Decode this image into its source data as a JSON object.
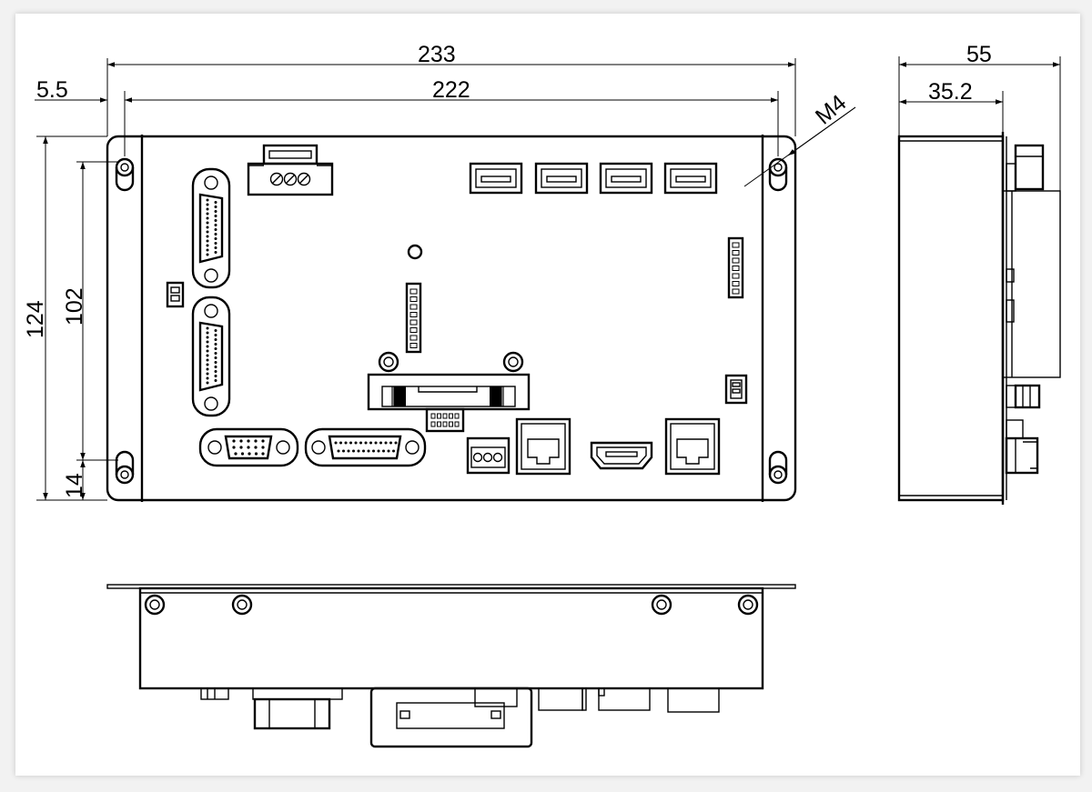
{
  "dimensions": {
    "overall_width": "233",
    "hole_spacing_width": "222",
    "edge_offset": "5.5",
    "overall_height": "124",
    "hole_spacing_height": "102",
    "bottom_offset": "14",
    "hole_thread": "M4",
    "side_depth": "55",
    "side_depth_inner": "35.2"
  }
}
